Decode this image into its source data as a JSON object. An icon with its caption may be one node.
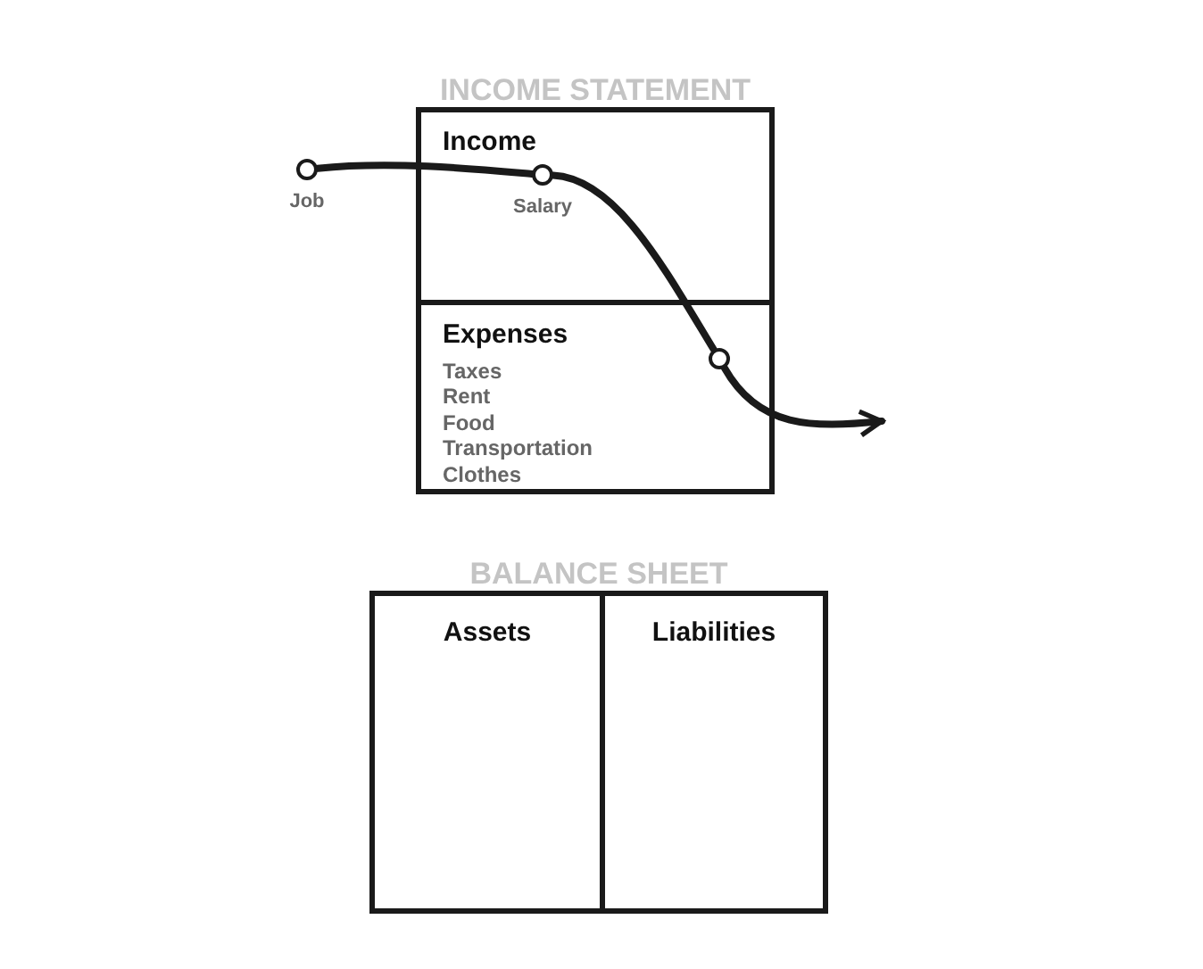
{
  "diagram": {
    "nodes": [
      {
        "text": [
          "INCOME STATEMENT"
        ]
      },
      {
        "text": [
          "Income"
        ],
        "in": 0
      },
      {
        "text": [
          "Expenses",
          "Taxes",
          "Rent",
          "Food",
          "Transportation",
          "Clothes"
        ],
        "in": 0
      },
      {
        "text": [],
        "shape": "circle",
        "beside": [
          "Job"
        ]
      },
      {
        "text": [],
        "shape": "circle",
        "in": 1,
        "beside": [
          "Salary"
        ]
      },
      {
        "text": [],
        "shape": "circle",
        "in": 2
      },
      {
        "text": [
          "BALANCE SHEET"
        ]
      },
      {
        "text": [
          "Assets"
        ],
        "in": 6
      },
      {
        "text": [
          "Liabilities"
        ],
        "in": 6
      }
    ],
    "edges": [
      {
        "from": 3,
        "to": 4,
        "arrow": "none"
      },
      {
        "from": 4,
        "to": 5,
        "arrow": "none"
      },
      {
        "from": 5,
        "to": null,
        "arrow": "to"
      }
    ]
  }
}
